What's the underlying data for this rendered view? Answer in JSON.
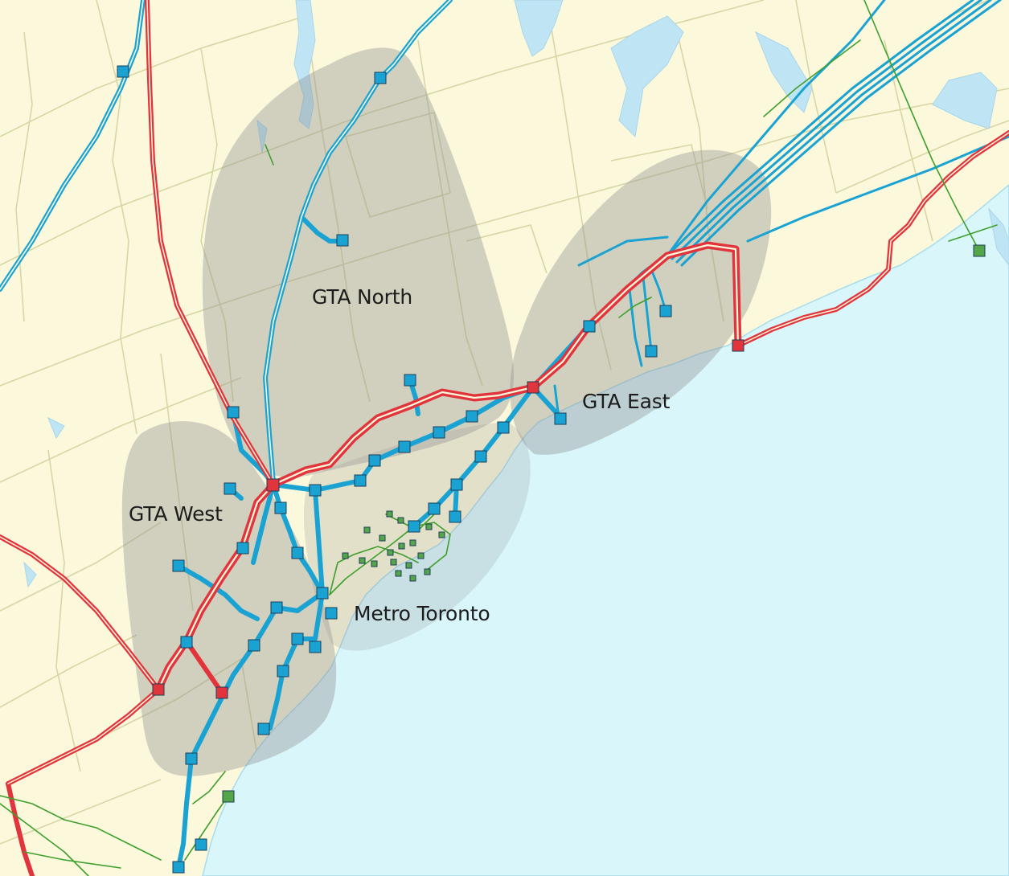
{
  "map": {
    "regions": [
      {
        "key": "gta_north",
        "label": "GTA North"
      },
      {
        "key": "gta_east",
        "label": "GTA East"
      },
      {
        "key": "gta_west",
        "label": "GTA West"
      },
      {
        "key": "metro_toronto",
        "label": "Metro Toronto"
      }
    ],
    "colors": {
      "land": "#fbf8dc",
      "water": "#d9f6fb",
      "lake_lines": "#a8dcef",
      "township_boundary": "#d7d7a6",
      "region_zone": "#8f8f8f",
      "line_500kv": "#e2343c",
      "line_230kv": "#1aa3d2",
      "line_115kv": "#3f9f2c",
      "station_230kv": "#1aa3d2",
      "station_500kv": "#e2343c",
      "station_115kv": "#55a64a"
    },
    "icons": {
      "station_marker": "square-station-icon"
    }
  }
}
